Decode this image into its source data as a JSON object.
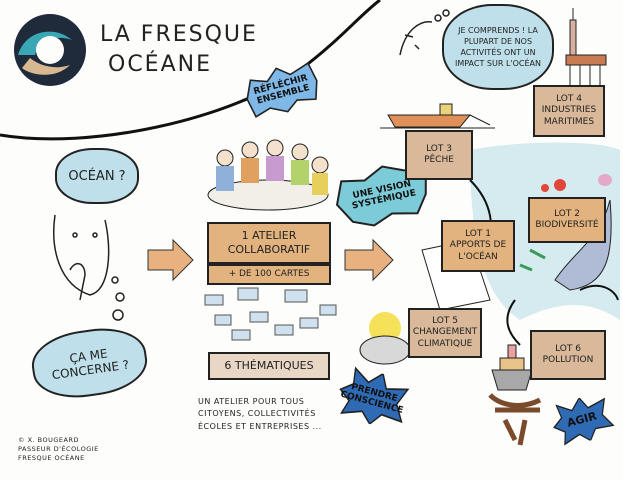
{
  "header": {
    "title_line1": "La Fresque",
    "title_line2": "Océane"
  },
  "bubbles": {
    "reflect": "Réfléchir ensemble",
    "ocean_question": "Océan ?",
    "concern_question": "Ça me concerne ?",
    "systemic": "Une vision systémique",
    "aware": "Prendre conscience",
    "act": "Agir",
    "thought": "Je comprends ! La plupart de nos activités ont un impact sur l'océan"
  },
  "workshop": {
    "atelier": "1 atelier collaboratif",
    "cards": "+ de 100 cartes",
    "themes": "6 thématiques",
    "audience": "Un atelier pour tous citoyens, collectivités écoles et entreprises ..."
  },
  "lots": {
    "lot1": {
      "num": "Lot 1",
      "label": "Apports de l'océan"
    },
    "lot2": {
      "num": "Lot 2",
      "label": "Biodiversité"
    },
    "lot3": {
      "num": "Lot 3",
      "label": "Pêche"
    },
    "lot4": {
      "num": "Lot 4",
      "label": "Industries maritimes"
    },
    "lot5": {
      "num": "Lot 5",
      "label": "Changement climatique"
    },
    "lot6": {
      "num": "Lot 6",
      "label": "Pollution"
    }
  },
  "credit": {
    "line1": "© X. Bougeard",
    "line2": "Passeur d'écologie",
    "line3": "Fresque Océane"
  },
  "colors": {
    "sea": "#cfe8ee",
    "box_brown": "#d9b99a",
    "box_orange": "#e2b37e",
    "star_blue": "#2f6bb5",
    "arrow": "#e7b27f"
  }
}
